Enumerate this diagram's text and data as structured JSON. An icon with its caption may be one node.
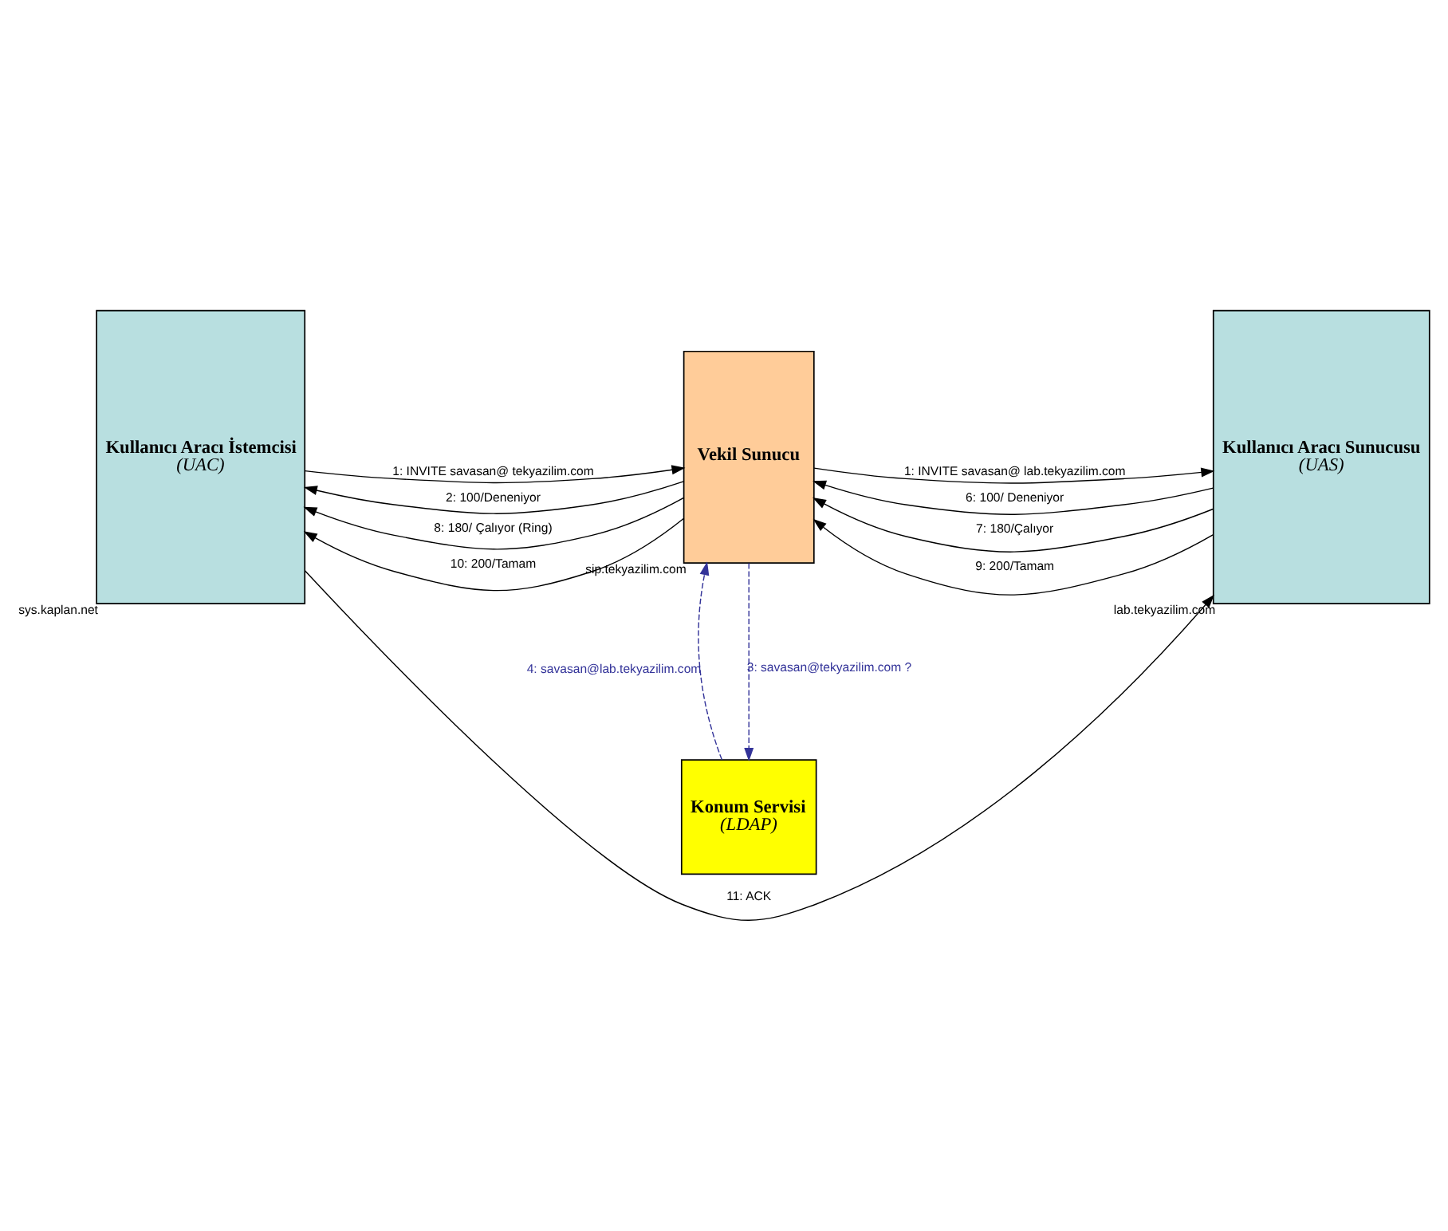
{
  "diagram": {
    "nodes": [
      {
        "text": [
          "Konum Servisi",
          "(LDAP)"
        ]
      },
      {
        "text": [
          "Kullanıcı Aracı İstemcisi",
          "(UAC)"
        ],
        "beside": [
          "sys.kaplan.net"
        ]
      },
      {
        "text": [
          "Vekil Sunucu"
        ],
        "beside": [
          "sip.tekyazilim.com"
        ]
      },
      {
        "text": [
          "Kullanıcı Aracı Sunucusu",
          "(UAS)"
        ],
        "beside": [
          "lab.tekyazilim.com"
        ]
      }
    ],
    "edges": [
      {
        "from": 1,
        "to": 2,
        "arrow": "to",
        "label": "1: INVITE savasan@ tekyazilim.com"
      },
      {
        "from": 2,
        "to": 1,
        "arrow": "to",
        "label": "2: 100/Deneniyor"
      },
      {
        "from": 2,
        "to": 0,
        "arrow": "to",
        "label": "3: savasan@tekyazilim.com ?",
        "style": "dashed",
        "color": "#333399"
      },
      {
        "from": 0,
        "to": 2,
        "arrow": "to",
        "label": "4: savasan@lab.tekyazilim.com",
        "style": "dashed",
        "color": "#333399"
      },
      {
        "from": 2,
        "to": 3,
        "arrow": "to",
        "label": "1: INVITE savasan@ lab.tekyazilim.com"
      },
      {
        "from": 3,
        "to": 2,
        "arrow": "to",
        "label": "6: 100/ Deneniyor"
      },
      {
        "from": 3,
        "to": 2,
        "arrow": "to",
        "label": "7: 180/Çalıyor"
      },
      {
        "from": 2,
        "to": 1,
        "arrow": "to",
        "label": "8: 180/ Çalıyor (Ring)"
      },
      {
        "from": 3,
        "to": 2,
        "arrow": "to",
        "label": "9: 200/Tamam"
      },
      {
        "from": 2,
        "to": 1,
        "arrow": "to",
        "label": "10: 200/Tamam"
      },
      {
        "from": 1,
        "to": 3,
        "arrow": "to",
        "label": "11: ACK"
      }
    ]
  }
}
